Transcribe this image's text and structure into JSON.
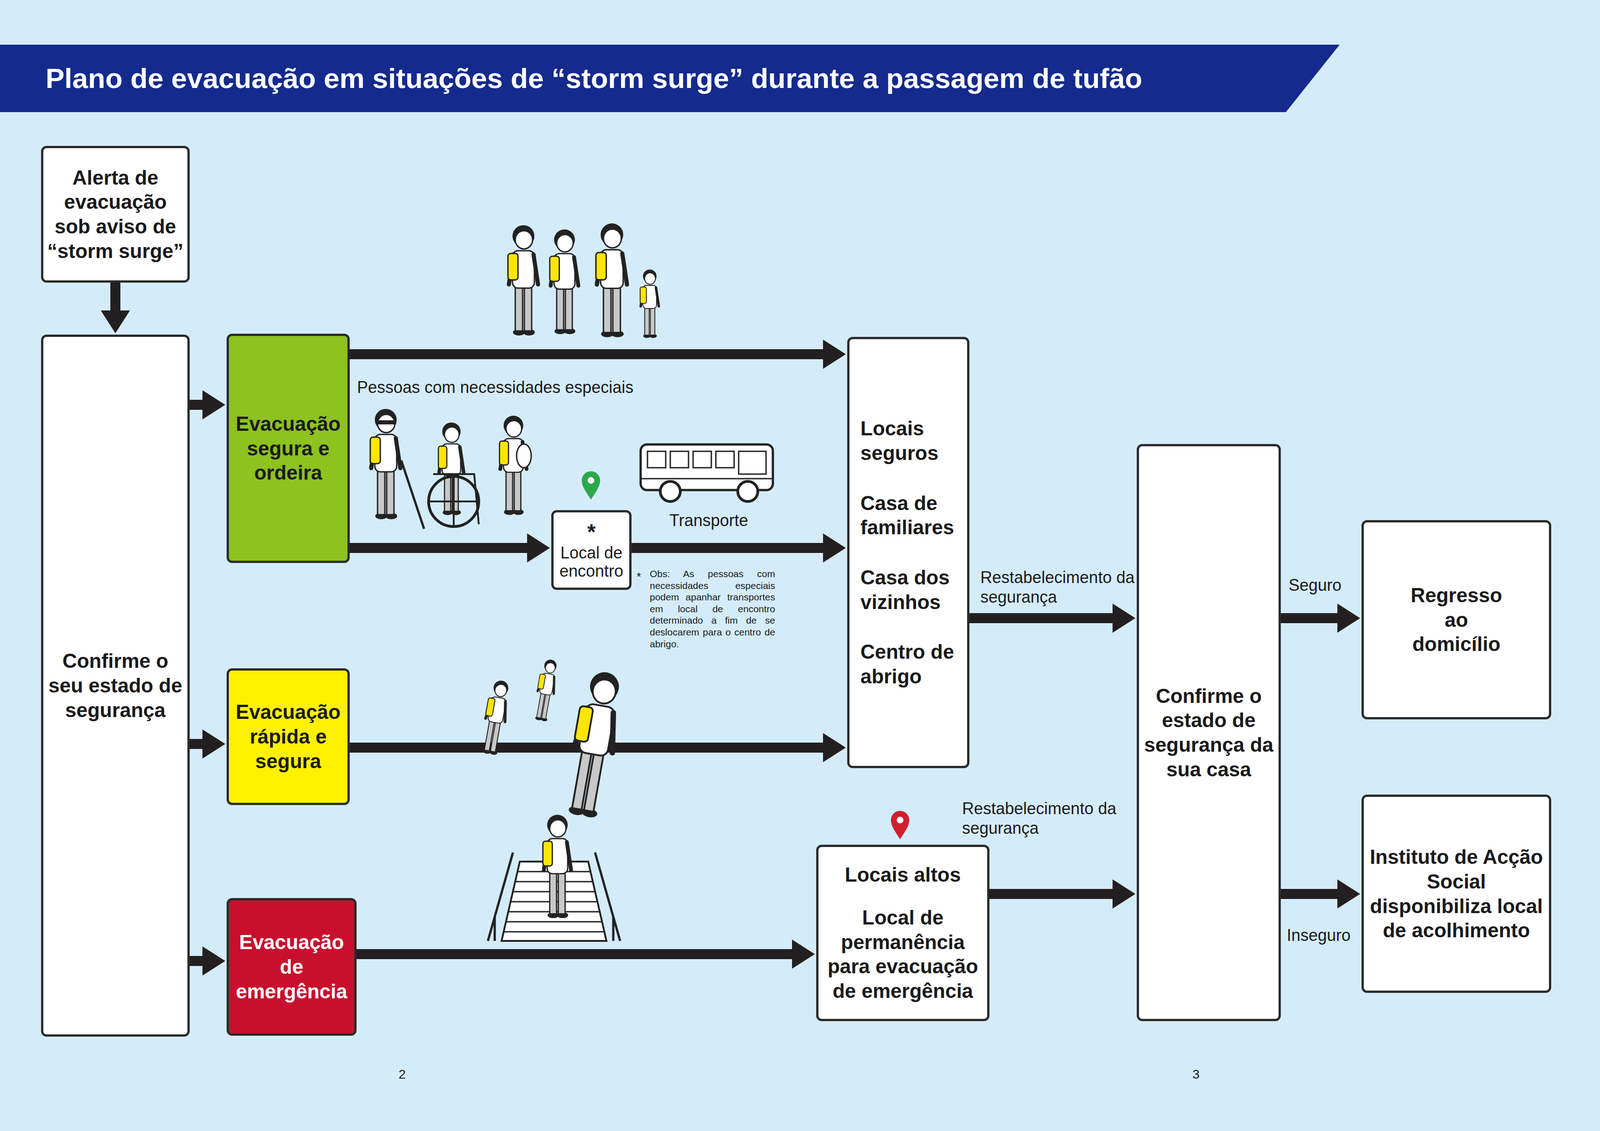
{
  "diagram": {
    "title": "Plano de evacuação em situações de “storm surge” durante a passagem de tufão",
    "nodes": [
      {
        "text": [
          "Alerta de evacuação sob aviso de “storm surge”"
        ]
      },
      {
        "text": [
          "Confirme o seu estado de segurança"
        ]
      },
      {
        "text": [
          "Evacuação segura e ordeira"
        ]
      },
      {
        "text": [
          "Evacuação rápida e segura"
        ]
      },
      {
        "text": [
          "Evacuação de emergência"
        ]
      },
      {
        "text": [
          "*",
          "Local de encontro"
        ]
      },
      {
        "text": [
          "Locais seguros",
          "Casa de familiares",
          "Casa dos vizinhos",
          "Centro de abrigo"
        ]
      },
      {
        "text": [
          "Locais altos",
          "Local de permanência para evacuação de emergência"
        ]
      },
      {
        "text": [
          "Confirme o estado de segurança da sua casa"
        ]
      },
      {
        "text": [
          "Regresso ao domicílio"
        ]
      },
      {
        "text": [
          "Instituto de Acção Social disponibiliza local de acolhimento"
        ]
      }
    ],
    "edges": [
      {
        "from": 0,
        "to": 1,
        "arrow": "to"
      },
      {
        "from": 1,
        "to": 2,
        "arrow": "to"
      },
      {
        "from": 1,
        "to": 3,
        "arrow": "to"
      },
      {
        "from": 1,
        "to": 4,
        "arrow": "to"
      },
      {
        "from": 2,
        "to": 6,
        "arrow": "to"
      },
      {
        "from": 2,
        "to": 5,
        "arrow": "to"
      },
      {
        "from": 5,
        "to": 6,
        "label": "Transporte",
        "arrow": "to"
      },
      {
        "from": 3,
        "to": 6,
        "arrow": "to"
      },
      {
        "from": 4,
        "to": 7,
        "arrow": "to"
      },
      {
        "from": 6,
        "to": 8,
        "label": "Restabelecimento da segurança",
        "arrow": "to"
      },
      {
        "from": 7,
        "to": 8,
        "label": "Restabelecimento da segurança",
        "arrow": "to"
      },
      {
        "from": 8,
        "to": 9,
        "label": "Seguro",
        "arrow": "to"
      },
      {
        "from": 8,
        "to": 10,
        "label": "Inseguro",
        "arrow": "to"
      }
    ],
    "labels": [
      "Pessoas com necessidades especiais",
      "*",
      "Obs: As pessoas com necessidades especiais podem apanhar transportes em local de encontro determinado a fim de se deslocarem para o centro de abrigo.",
      "2",
      "3"
    ]
  }
}
